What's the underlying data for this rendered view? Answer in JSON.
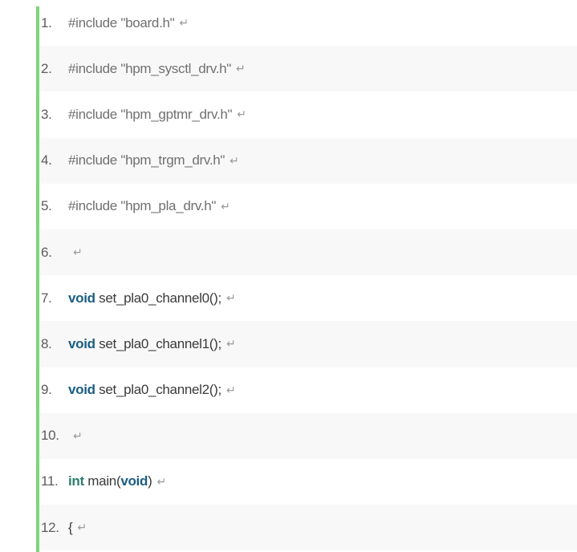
{
  "return_mark": "↵",
  "lines": [
    {
      "num": "1.",
      "parts": [
        {
          "t": "#include \"board.h\"",
          "k": "pp"
        }
      ]
    },
    {
      "num": "2.",
      "parts": [
        {
          "t": "#include \"hpm_sysctl_drv.h\"",
          "k": "pp"
        }
      ]
    },
    {
      "num": "3.",
      "parts": [
        {
          "t": "#include \"hpm_gptmr_drv.h\"",
          "k": "pp"
        }
      ]
    },
    {
      "num": "4.",
      "parts": [
        {
          "t": "#include \"hpm_trgm_drv.h\"",
          "k": "pp"
        }
      ]
    },
    {
      "num": "5.",
      "parts": [
        {
          "t": "#include \"hpm_pla_drv.h\"",
          "k": "pp"
        }
      ]
    },
    {
      "num": "6.",
      "parts": []
    },
    {
      "num": "7.",
      "parts": [
        {
          "t": "void",
          "k": "kw"
        },
        {
          "t": " set_pla0_channel0();",
          "k": "plain"
        }
      ]
    },
    {
      "num": "8.",
      "parts": [
        {
          "t": "void",
          "k": "kw"
        },
        {
          "t": " set_pla0_channel1();",
          "k": "plain"
        }
      ]
    },
    {
      "num": "9.",
      "parts": [
        {
          "t": "void",
          "k": "kw"
        },
        {
          "t": " set_pla0_channel2();",
          "k": "plain"
        }
      ]
    },
    {
      "num": "10.",
      "parts": []
    },
    {
      "num": "11.",
      "parts": [
        {
          "t": "int",
          "k": "int"
        },
        {
          "t": " main(",
          "k": "plain"
        },
        {
          "t": "void",
          "k": "kw"
        },
        {
          "t": ")",
          "k": "plain"
        }
      ]
    },
    {
      "num": "12.",
      "parts": [
        {
          "t": "{",
          "k": "plain"
        }
      ]
    }
  ]
}
